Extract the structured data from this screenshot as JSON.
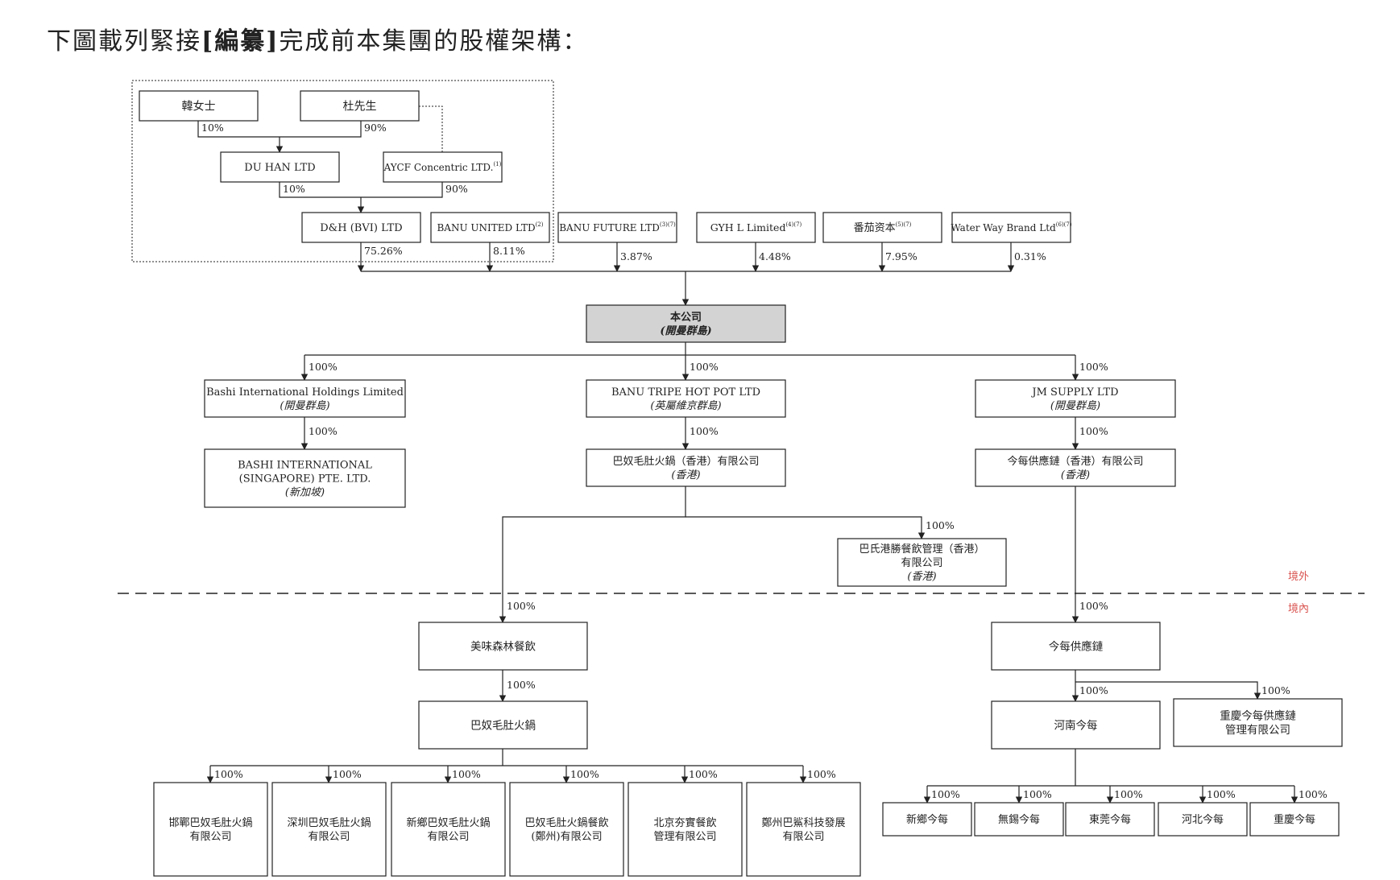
{
  "page": {
    "title_prefix": "下圖載列緊接",
    "title_bold": "[編纂]",
    "title_suffix": "完成前本集團的股權架構："
  },
  "legend": {
    "offshore": "境外",
    "onshore": "境內",
    "accent": "#d9534f"
  },
  "colors": {
    "line": "#222222",
    "company_fill": "#d3d3d3"
  },
  "nodes": {
    "han": {
      "lines": [
        "韓女士"
      ]
    },
    "du": {
      "lines": [
        "杜先生"
      ]
    },
    "duhan": {
      "lines": [
        "DU HAN LTD"
      ]
    },
    "aycf": {
      "lines": [
        "AYCF Concentric LTD."
      ],
      "sup": "(1)"
    },
    "dh": {
      "lines": [
        "D&H (BVI) LTD"
      ]
    },
    "banu_united": {
      "lines": [
        "BANU UNITED LTD"
      ],
      "sup": "(2)"
    },
    "banu_future": {
      "lines": [
        "BANU FUTURE LTD"
      ],
      "sup": "(3)(7)"
    },
    "gyh": {
      "lines": [
        "GYH L Limited"
      ],
      "sup": "(4)(7)"
    },
    "fanqie": {
      "lines": [
        "番茄资本"
      ],
      "sup": "(5)(7)"
    },
    "waterway": {
      "lines": [
        "Water Way Brand Ltd"
      ],
      "sup": "(6)(7)"
    },
    "company": {
      "lines": [
        "本公司",
        "(開曼群島)"
      ]
    },
    "bashi_intl": {
      "lines": [
        "Bashi International Holdings Limited",
        "(開曼群島)"
      ]
    },
    "banu_tripe": {
      "lines": [
        "BANU TRIPE HOT POT LTD",
        "(英屬維京群島)"
      ]
    },
    "jm": {
      "lines": [
        "JM SUPPLY LTD",
        "(開曼群島)"
      ]
    },
    "bashi_sg": {
      "lines": [
        "BASHI INTERNATIONAL",
        "(SINGAPORE) PTE. LTD.",
        "(新加坡)"
      ]
    },
    "banu_hk": {
      "lines": [
        "巴奴毛肚火鍋（香港）有限公司",
        "(香港)"
      ]
    },
    "jm_hk": {
      "lines": [
        "今每供應鏈（香港）有限公司",
        "(香港)"
      ]
    },
    "bashi_gang": {
      "lines": [
        "巴氏港勝餐飲管理（香港）",
        "有限公司",
        "(香港)"
      ]
    },
    "meiwei": {
      "lines": [
        "美味森林餐飲"
      ]
    },
    "banu_hotpot": {
      "lines": [
        "巴奴毛肚火鍋"
      ]
    },
    "jm_supply": {
      "lines": [
        "今每供應鏈"
      ]
    },
    "henan": {
      "lines": [
        "河南今每"
      ]
    },
    "chongqing_supply": {
      "lines": [
        "重慶今每供應鏈",
        "管理有限公司"
      ]
    },
    "handan": {
      "lines": [
        "邯鄲巴奴毛肚火鍋",
        "有限公司"
      ]
    },
    "shenzhen": {
      "lines": [
        "深圳巴奴毛肚火鍋",
        "有限公司"
      ]
    },
    "xinxiang_banu": {
      "lines": [
        "新鄉巴奴毛肚火鍋",
        "有限公司"
      ]
    },
    "zhengzhou_banu": {
      "lines": [
        "巴奴毛肚火鍋餐飲",
        "(鄭州)有限公司"
      ]
    },
    "beijing": {
      "lines": [
        "北京夯實餐飲",
        "管理有限公司"
      ]
    },
    "zhengzhou_tech": {
      "lines": [
        "鄭州巴鯊科技發展",
        "有限公司"
      ]
    },
    "xinxiang_jm": {
      "lines": [
        "新鄉今每"
      ]
    },
    "wuxi": {
      "lines": [
        "無錫今每"
      ]
    },
    "dongguan": {
      "lines": [
        "東莞今每"
      ]
    },
    "hebei": {
      "lines": [
        "河北今每"
      ]
    },
    "chongqing_jm": {
      "lines": [
        "重慶今每"
      ]
    }
  },
  "percents": {
    "han_duhan": "10%",
    "du_duhan": "90%",
    "duhan_dh": "10%",
    "aycf_dh": "90%",
    "dh_company": "75.26%",
    "banu_united_company": "8.11%",
    "banu_future_company": "3.87%",
    "gyh_company": "4.48%",
    "fanqie_company": "7.95%",
    "waterway_company": "0.31%",
    "company_bashi_intl": "100%",
    "company_banu_tripe": "100%",
    "company_jm": "100%",
    "bashi_intl_sg": "100%",
    "banu_tripe_hk": "100%",
    "jm_jm_hk": "100%",
    "banu_hk_bashi_gang": "100%",
    "banu_hk_meiwei": "100%",
    "jm_hk_supply": "100%",
    "meiwei_hotpot": "100%",
    "supply_henan": "100%",
    "supply_chongqing": "100%",
    "hotpot_handan": "100%",
    "hotpot_shenzhen": "100%",
    "hotpot_xinxiang": "100%",
    "hotpot_zhengzhou": "100%",
    "hotpot_beijing": "100%",
    "hotpot_tech": "100%",
    "henan_xinxiang": "100%",
    "henan_wuxi": "100%",
    "henan_dongguan": "100%",
    "henan_hebei": "100%",
    "henan_chongqing": "100%"
  }
}
